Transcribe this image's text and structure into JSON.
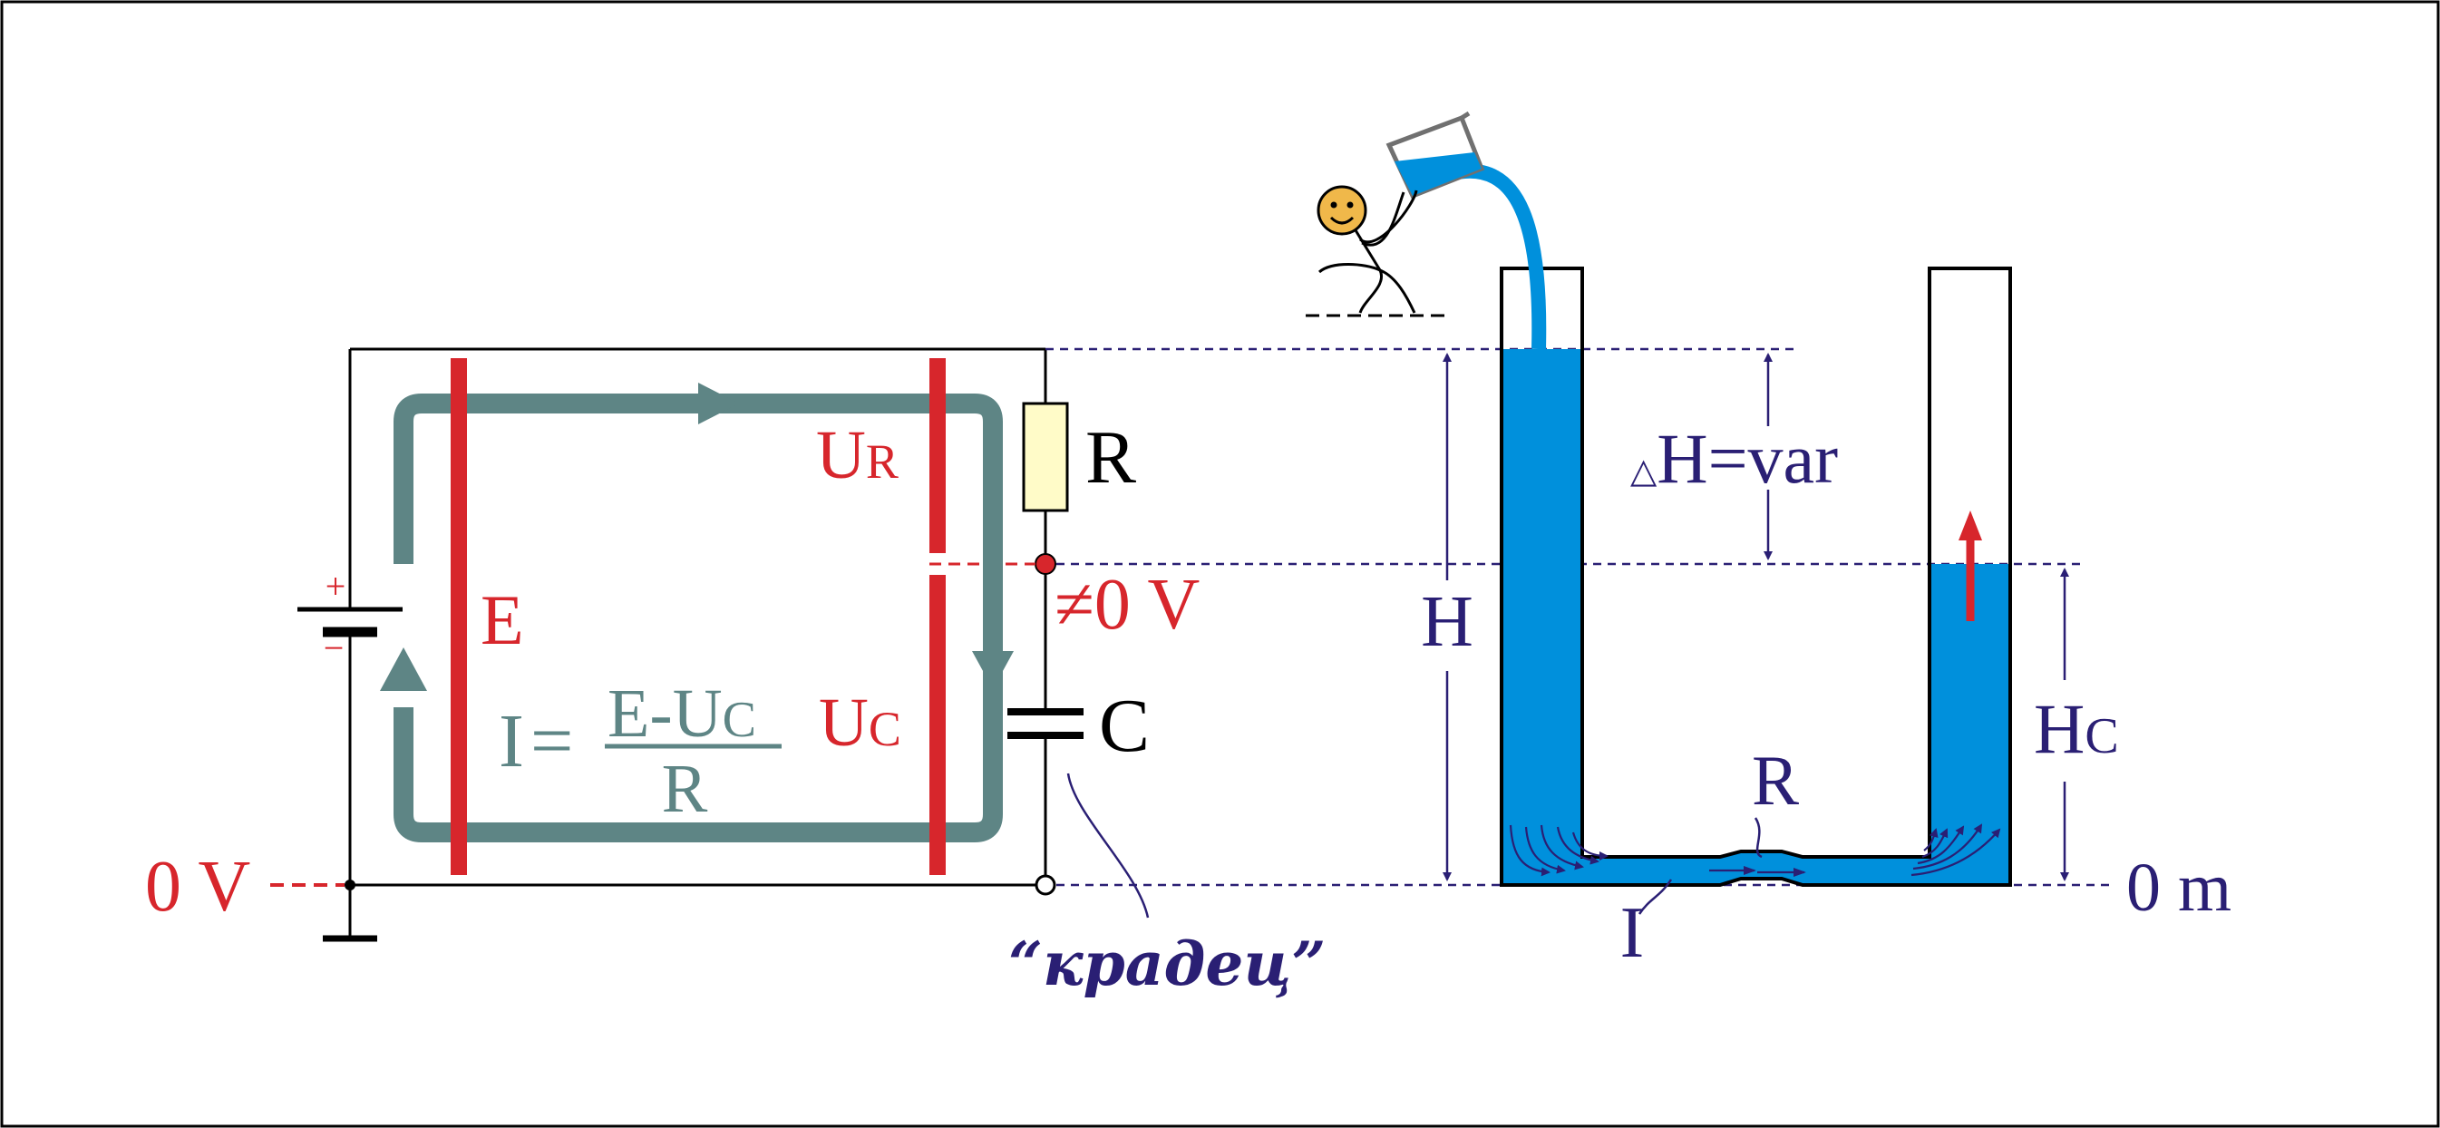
{
  "colors": {
    "red": "#D7262C",
    "teal": "#5E8585",
    "navy": "#2A1F74",
    "water": "#0090DC",
    "black": "#000000",
    "resistor_fill": "#FFFBC8",
    "face": "#F0B84A"
  },
  "circuit": {
    "battery_plus": "+",
    "battery_minus": "−",
    "label_E": "E",
    "label_UR_main": "U",
    "label_UR_sub": "R",
    "label_UC_main": "U",
    "label_UC_sub": "C",
    "label_R": "R",
    "label_C": "C",
    "node_voltage": "≠0 V",
    "ground_voltage": "0 V",
    "formula_I": "I",
    "formula_eq": "=",
    "formula_num_main": "E-U",
    "formula_num_sub": "C",
    "formula_den": "R",
    "thief_label": "“крадец”"
  },
  "hydraulic": {
    "label_H": "H",
    "label_dH_triangle": "△",
    "label_dH_text": "H=var",
    "label_Hc_main": "H",
    "label_Hc_sub": "C",
    "label_R": "R",
    "label_I": "I",
    "label_0m": "0 m"
  }
}
